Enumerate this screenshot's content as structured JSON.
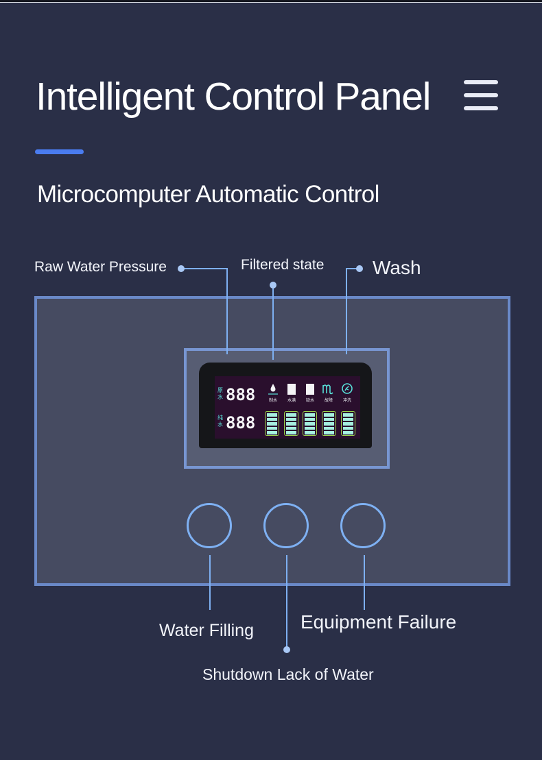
{
  "header": {
    "title": "Intelligent Control Panel",
    "menu_icon": "hamburger-menu-icon",
    "subtitle": "Microcomputer Automatic Control"
  },
  "colors": {
    "background": "#2a2f47",
    "accent": "#4a7cf0",
    "panel": "#464b61",
    "panel_border": "#6a89c8",
    "callout_line": "#7eb0f2",
    "lcd_screen": "#2a0f2d",
    "lcd_text": "#58e0d8",
    "gauge_border": "#9ad24a",
    "gauge_fill": "#a6f0e0"
  },
  "callouts": {
    "raw_water_pressure": "Raw Water Pressure",
    "filtered_state": "Filtered state",
    "wash": "Wash",
    "water_filling": "Water Filling",
    "shutdown_lack_of_water": "Shutdown Lack of Water",
    "equipment_failure": "Equipment Failure"
  },
  "lcd": {
    "row1_label": [
      "原",
      "水"
    ],
    "row1_digits": "888",
    "row2_label": [
      "纯",
      "水"
    ],
    "row2_digits": "888",
    "indicators": [
      {
        "icon": "water-drop-icon",
        "glyph": "💧",
        "caption": "制水"
      },
      {
        "icon": "full-water-icon",
        "glyph": "",
        "caption": "水满"
      },
      {
        "icon": "lack-water-icon",
        "glyph": "",
        "caption": "缺水"
      },
      {
        "icon": "failure-icon",
        "glyph": "ℳ",
        "caption": "故障"
      },
      {
        "icon": "flush-icon",
        "glyph": "⟳",
        "caption": "冲洗"
      }
    ],
    "filter_gauges": [
      {
        "name": "filter-1",
        "level_bars": 5,
        "max_bars": 5
      },
      {
        "name": "filter-2",
        "level_bars": 5,
        "max_bars": 5
      },
      {
        "name": "filter-3",
        "level_bars": 5,
        "max_bars": 5
      },
      {
        "name": "filter-4",
        "level_bars": 5,
        "max_bars": 5
      },
      {
        "name": "filter-5",
        "level_bars": 5,
        "max_bars": 5
      }
    ]
  },
  "buttons": [
    {
      "name": "water-filling-button"
    },
    {
      "name": "shutdown-lack-of-water-button"
    },
    {
      "name": "equipment-failure-button"
    }
  ]
}
